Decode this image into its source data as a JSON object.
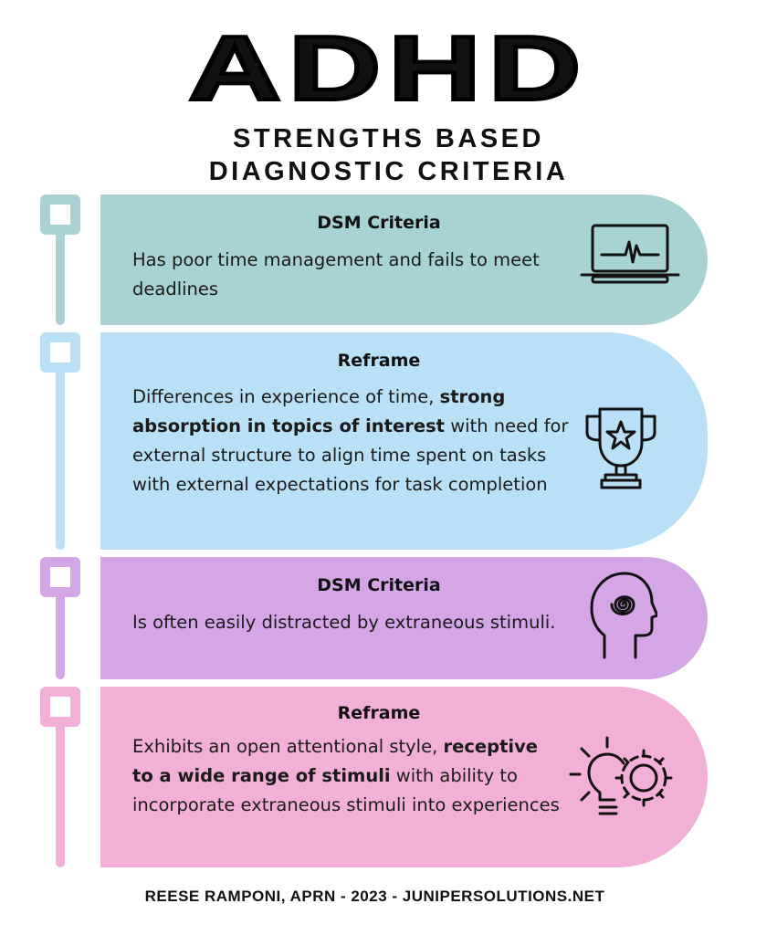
{
  "header": {
    "title": "ADHD",
    "subtitle_line1": "STRENGTHS BASED",
    "subtitle_line2": "DIAGNOSTIC CRITERIA"
  },
  "colors": {
    "teal": "#a8d2d4",
    "blue": "#b9e0f7",
    "purple": "#d4a6e6",
    "pink": "#f2b0d9"
  },
  "sections": [
    {
      "heading": "DSM Criteria",
      "text": "Has poor time management and fails to meet deadlines",
      "icon": "laptop-heartbeat-icon"
    },
    {
      "heading": "Reframe",
      "text_before": "Differences in experience of time, ",
      "text_bold": "strong absorption in topics of interest",
      "text_after": " with need for external structure to align time spent on tasks with external expectations for task completion",
      "icon": "trophy-star-icon"
    },
    {
      "heading": "DSM Criteria",
      "text": "Is often easily distracted by extraneous stimuli.",
      "icon": "head-spiral-icon"
    },
    {
      "heading": "Reframe",
      "text_before": "Exhibits an open attentional style, ",
      "text_bold": "receptive to a wide range of stimuli",
      "text_after": " with ability to incorporate extraneous stimuli into experiences",
      "icon": "lightbulb-gear-icon"
    }
  ],
  "footer": "REESE RAMPONI, APRN -  2023 - JUNIPERSOLUTIONS.NET"
}
